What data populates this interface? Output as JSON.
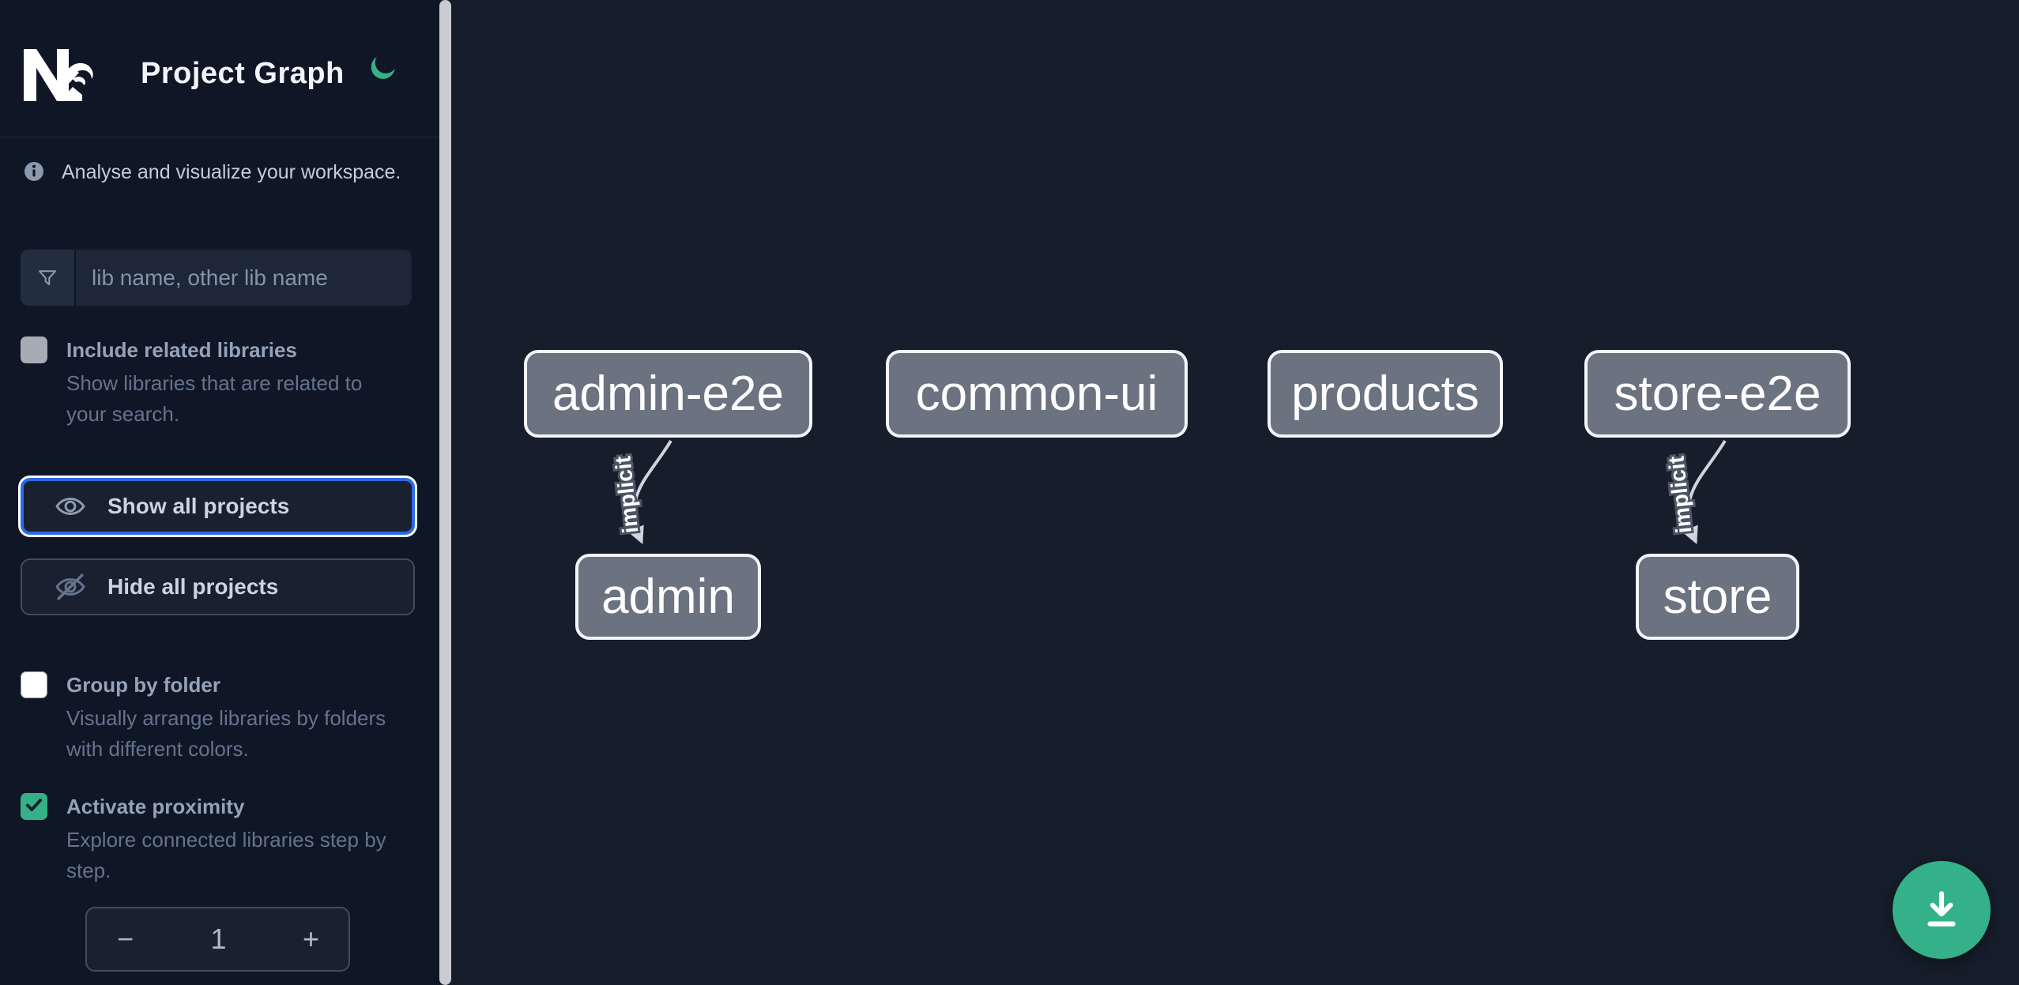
{
  "header": {
    "title": "Project Graph"
  },
  "sidebar": {
    "info_text": "Analyse and visualize your workspace.",
    "search": {
      "placeholder": "lib name, other lib name",
      "value": ""
    },
    "include_related": {
      "label": "Include related libraries",
      "description": "Show libraries that are related to your search.",
      "checked": false
    },
    "show_all": {
      "label": "Show all projects",
      "focused": true
    },
    "hide_all": {
      "label": "Hide all projects"
    },
    "group_by_folder": {
      "label": "Group by folder",
      "description": "Visually arrange libraries by folders with different colors.",
      "checked": false
    },
    "proximity": {
      "label": "Activate proximity",
      "description": "Explore connected libraries step by step.",
      "checked": true
    },
    "stepper": {
      "decrement": "−",
      "value": "1",
      "increment": "+"
    }
  },
  "graph": {
    "nodes": [
      {
        "id": "admin-e2e",
        "label": "admin-e2e"
      },
      {
        "id": "common-ui",
        "label": "common-ui"
      },
      {
        "id": "products",
        "label": "products"
      },
      {
        "id": "store-e2e",
        "label": "store-e2e"
      },
      {
        "id": "admin",
        "label": "admin"
      },
      {
        "id": "store",
        "label": "store"
      }
    ],
    "edges": [
      {
        "from": "admin-e2e",
        "to": "admin",
        "label": "implicit",
        "type": "implicit"
      },
      {
        "from": "store-e2e",
        "to": "store",
        "label": "implicit",
        "type": "implicit"
      }
    ]
  },
  "fab": {
    "icon": "download"
  },
  "colors": {
    "accent_green": "#34b189",
    "focus_blue": "#2e6ae8",
    "node_fill": "#6b7280",
    "node_border": "#f1f5f9",
    "edge": "#cfd5dd",
    "sidebar_bg": "#0f1626",
    "canvas_bg": "#161d2b"
  }
}
